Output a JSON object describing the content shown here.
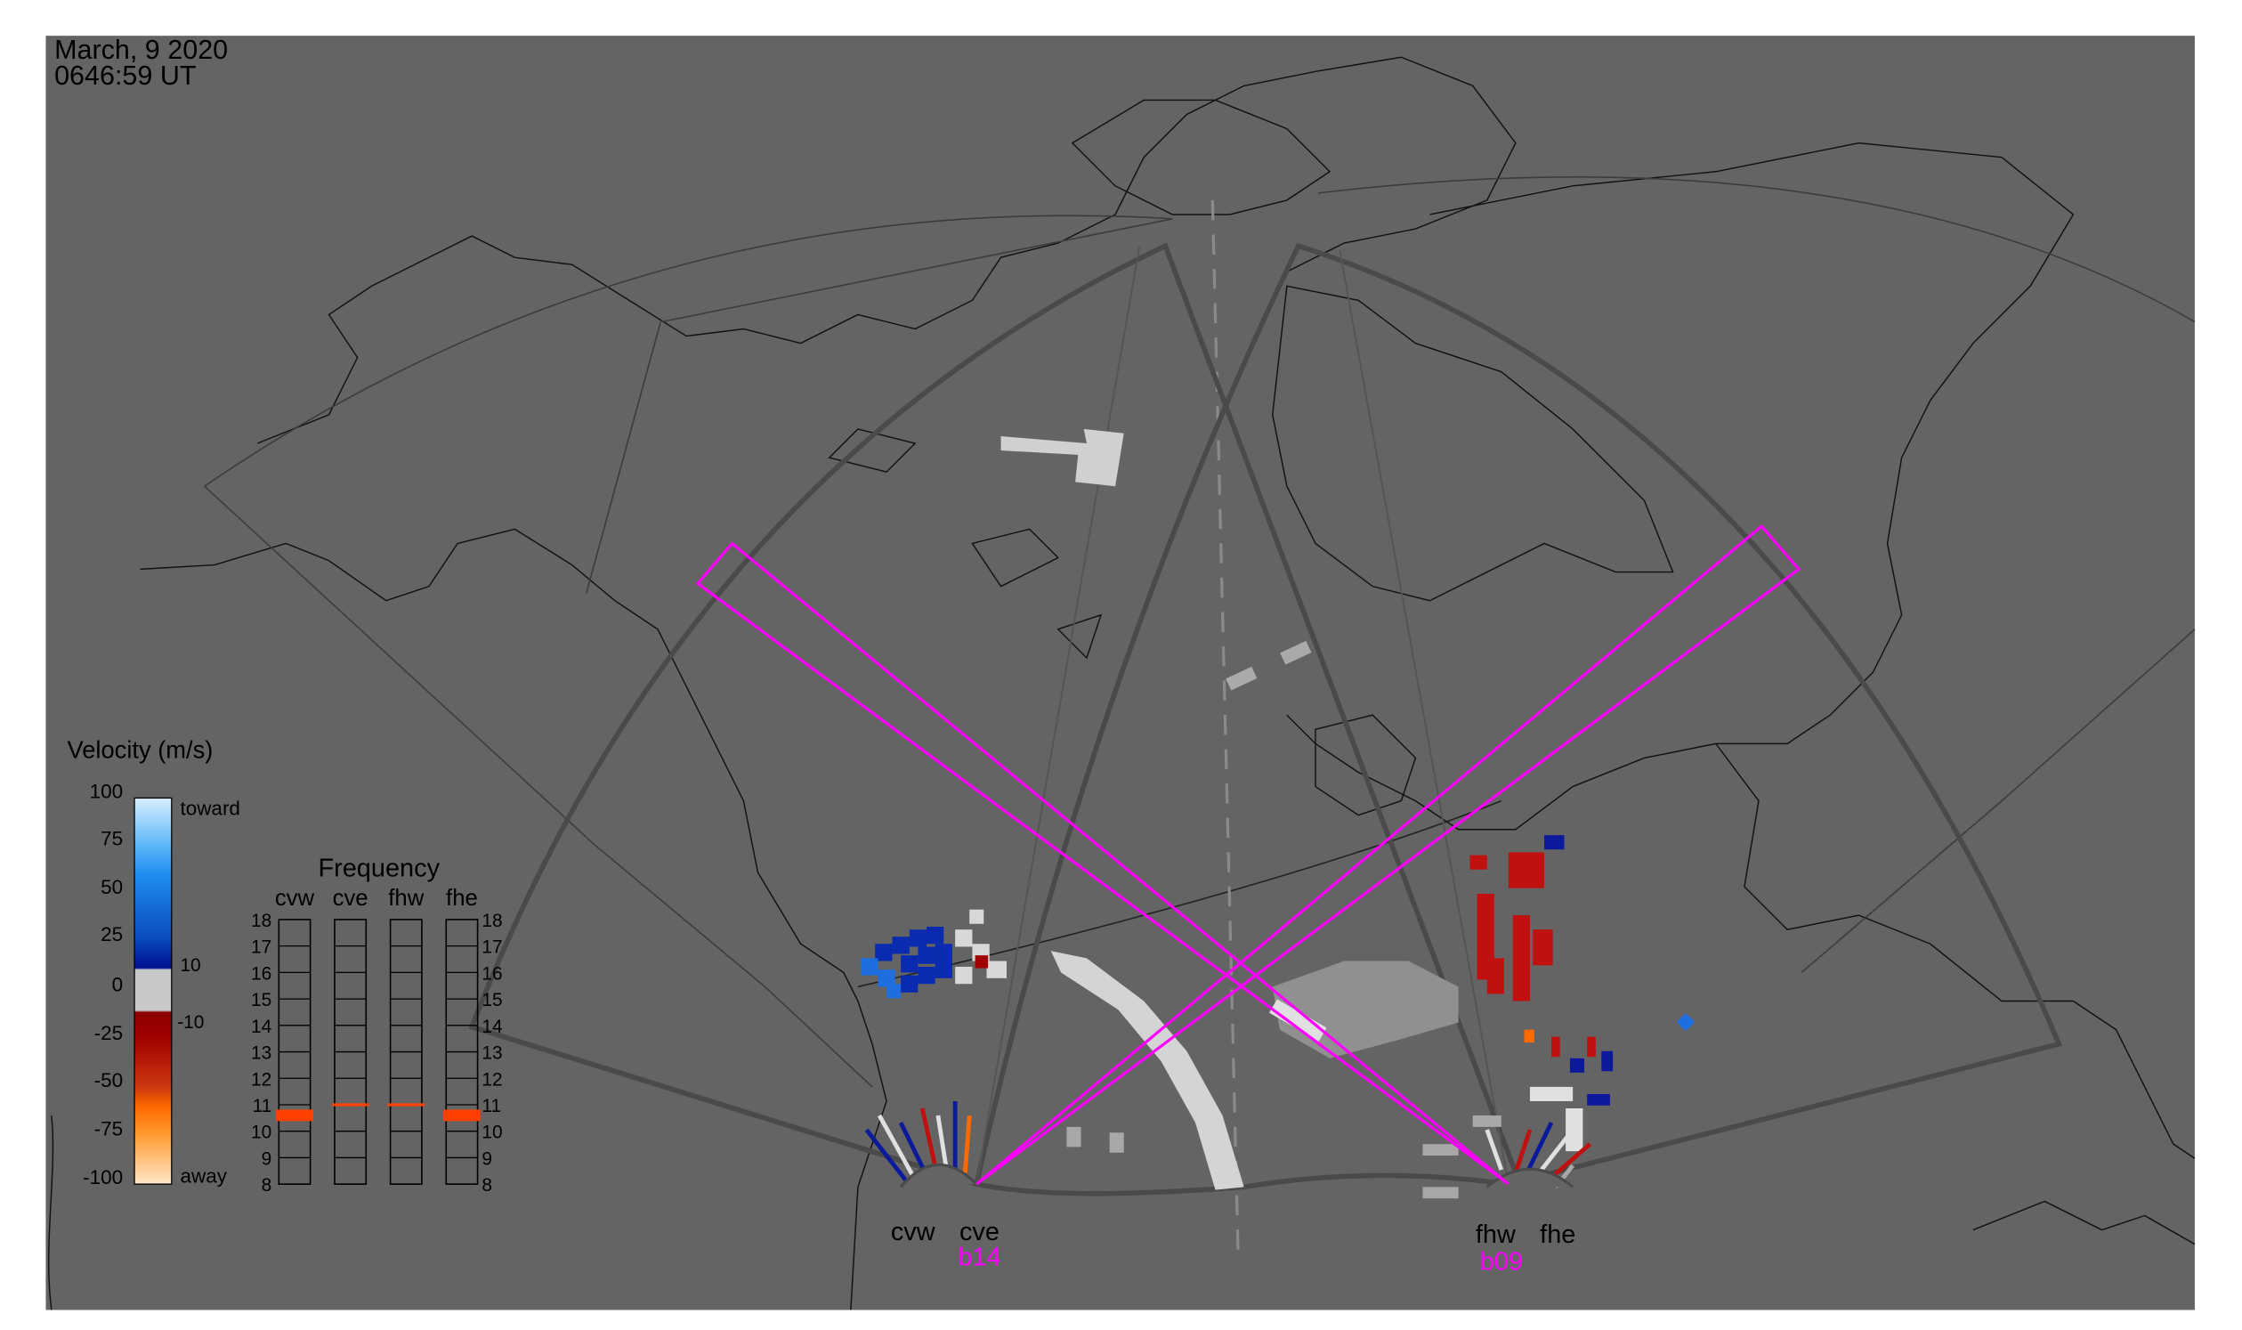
{
  "header": {
    "date": "March, 9 2020",
    "time": "0646:59 UT"
  },
  "legend": {
    "title": "Velocity (m/s)",
    "ticks": [
      "100",
      "75",
      "50",
      "25",
      "0",
      "-25",
      "-50",
      "-75",
      "-100"
    ],
    "toward_label": "toward",
    "away_label": "away",
    "inner_ticks": [
      "10",
      "-10"
    ],
    "colors": {
      "toward_light": "#c8e8ff",
      "toward_mid": "#1e8cf0",
      "toward_dark": "#000a8c",
      "zero": "#c8c8c8",
      "away_dark": "#8b0000",
      "away_mid": "#ff6a00",
      "away_light": "#ffe6c8"
    }
  },
  "frequency": {
    "title": "Frequency",
    "radars": [
      "cvw",
      "cve",
      "fhw",
      "fhe"
    ],
    "axis_ticks": [
      "18",
      "17",
      "16",
      "15",
      "14",
      "13",
      "12",
      "11",
      "10",
      "9",
      "8"
    ],
    "values_mhz": {
      "cvw": 10.6,
      "cve": 11.0,
      "fhw": 11.0,
      "fhe": 10.6
    },
    "marker_color": "#ff4000"
  },
  "sites": {
    "west": {
      "labels": [
        "cvw",
        "cve"
      ],
      "beam": "b14"
    },
    "east": {
      "labels": [
        "fhw",
        "fhe"
      ],
      "beam": "b09"
    }
  },
  "colors": {
    "background": "#646464",
    "beam": "#ff00ff",
    "fov": "#4a4a4a"
  }
}
